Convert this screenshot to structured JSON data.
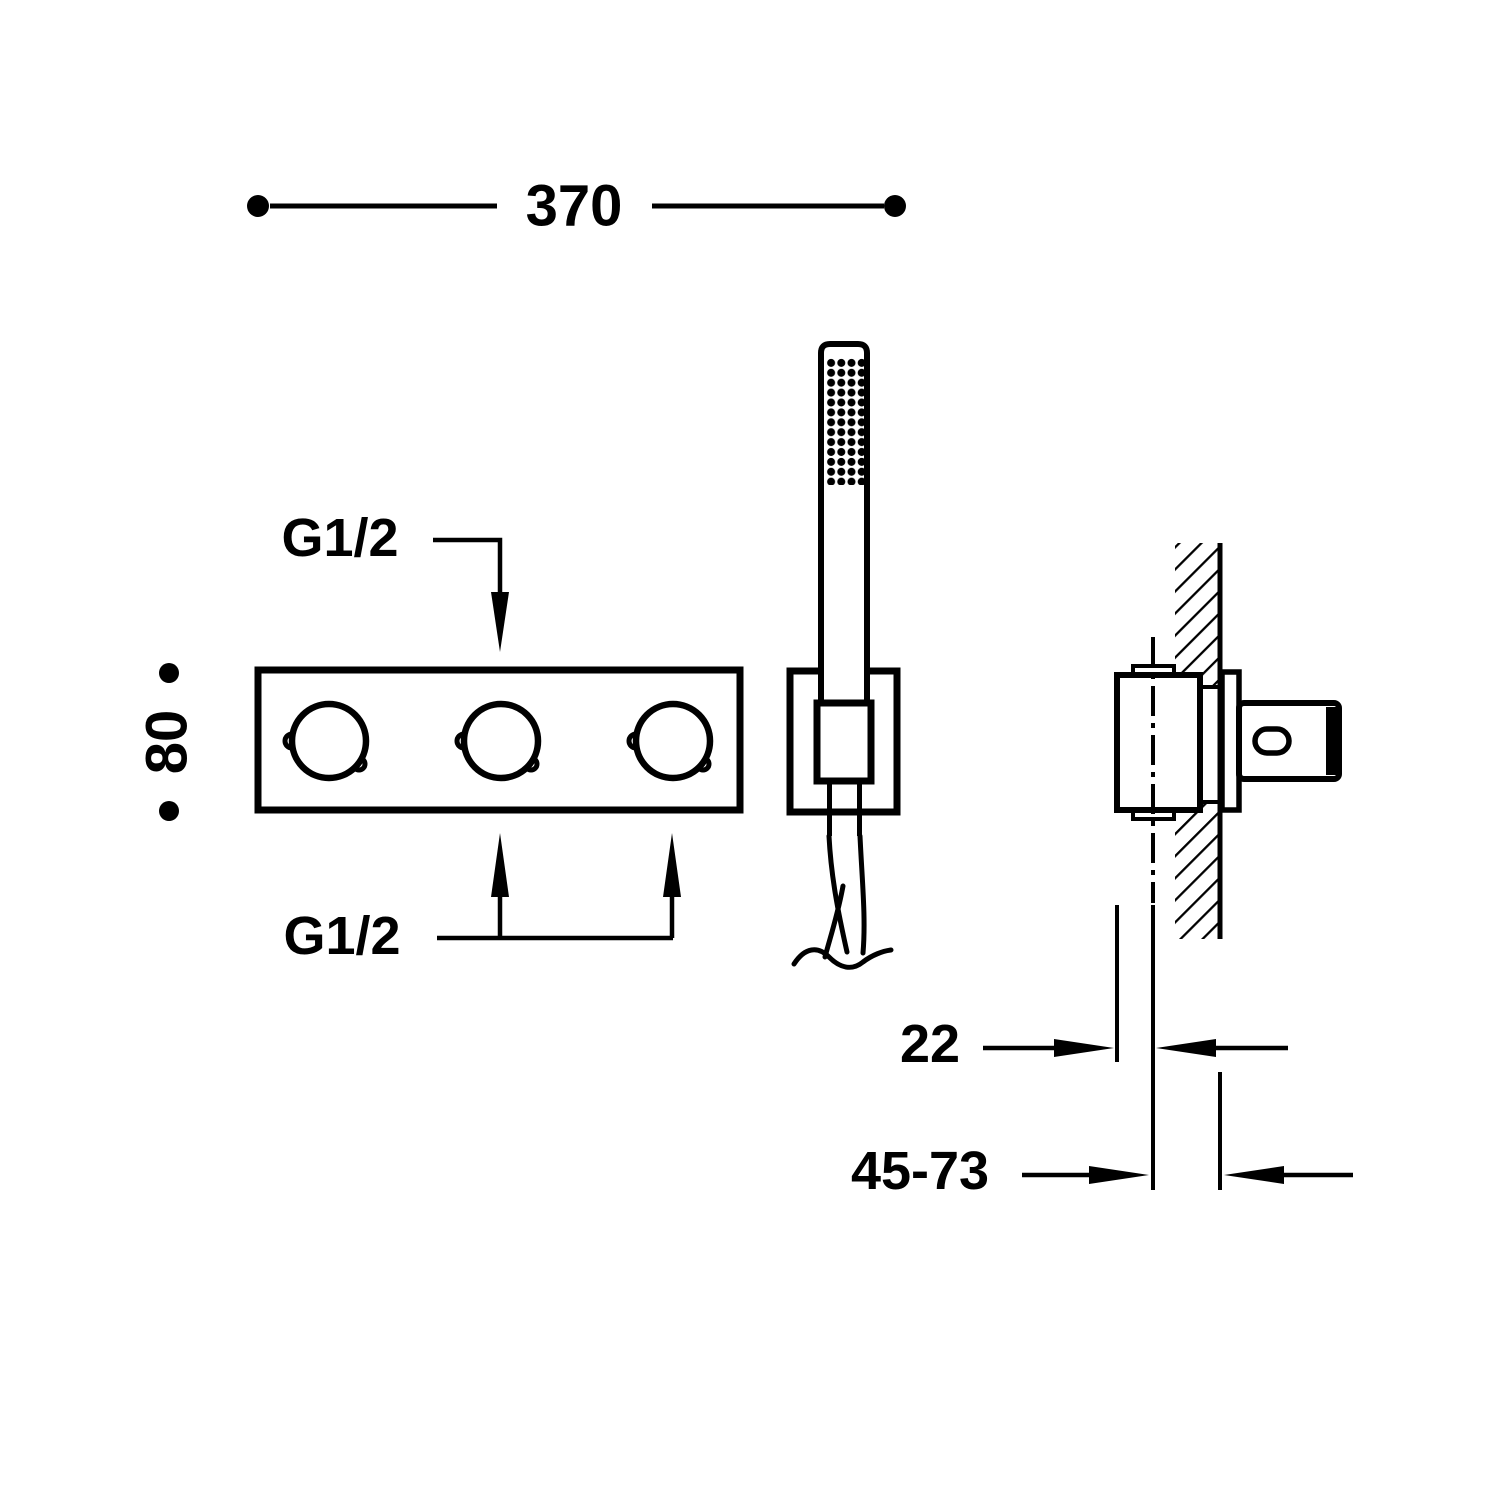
{
  "drawing": {
    "kind": "technical-dimension-diagram",
    "subject": "concealed thermostatic shower mixer with hand shower, front and side installation views",
    "colors": {
      "line": "#000000",
      "background": "#ffffff"
    },
    "views": {
      "front": [
        "mixer trim plate with 3 round knobs",
        "hand shower on wall bracket with hose"
      ],
      "side": [
        "valve body recessed in hatched wall section",
        "trim plate and lever handle in front of wall"
      ]
    }
  },
  "dimensions": {
    "overall_width": "370",
    "plate_height": "80",
    "top_thread": "G1/2",
    "bottom_thread": "G1/2",
    "trim_thickness": "22",
    "install_depth_range": "45-73"
  }
}
